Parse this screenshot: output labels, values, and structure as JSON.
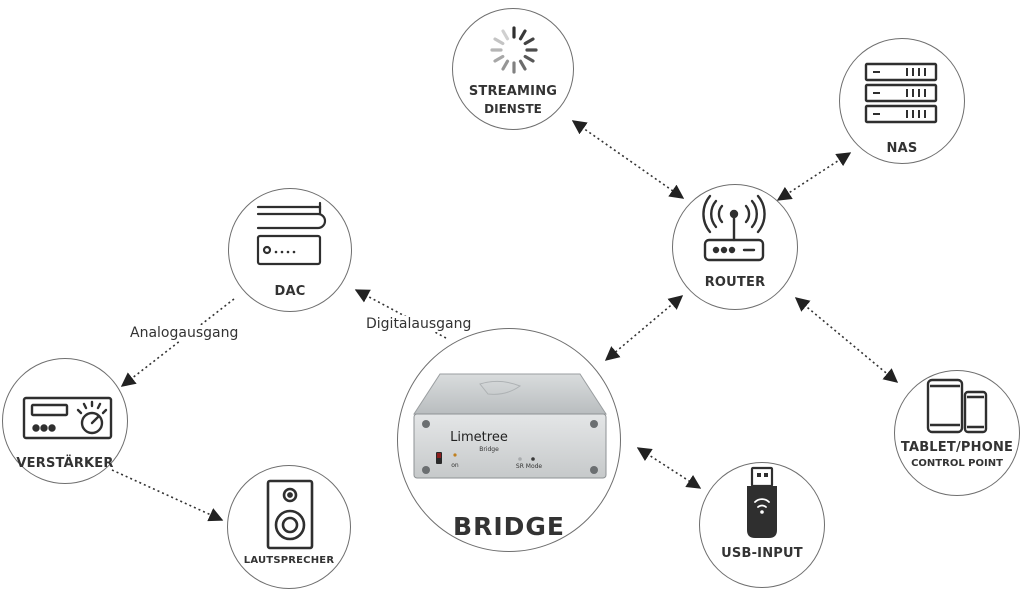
{
  "nodes": {
    "streaming": {
      "label": "STREAMING",
      "sublabel": "DIENSTE"
    },
    "nas": {
      "label": "NAS"
    },
    "router": {
      "label": "ROUTER"
    },
    "dac": {
      "label": "DAC"
    },
    "bridge": {
      "label": "BRIDGE",
      "device_brand": "Limetree",
      "device_model": "Bridge",
      "device_on": "on",
      "device_indicators": "SR  Mode"
    },
    "verstarker": {
      "label": "VERSTÄRKER"
    },
    "lautsprecher": {
      "label": "LAUTSPRECHER"
    },
    "tablet": {
      "label": "TABLET/PHONE",
      "sublabel": "CONTROL POINT"
    },
    "usb": {
      "label": "USB-INPUT"
    }
  },
  "edges": {
    "analog": "Analogausgang",
    "digital": "Digitalausgang"
  },
  "colors": {
    "stroke": "#6f6f6f",
    "icon": "#2f2f2f",
    "text": "#333333"
  }
}
